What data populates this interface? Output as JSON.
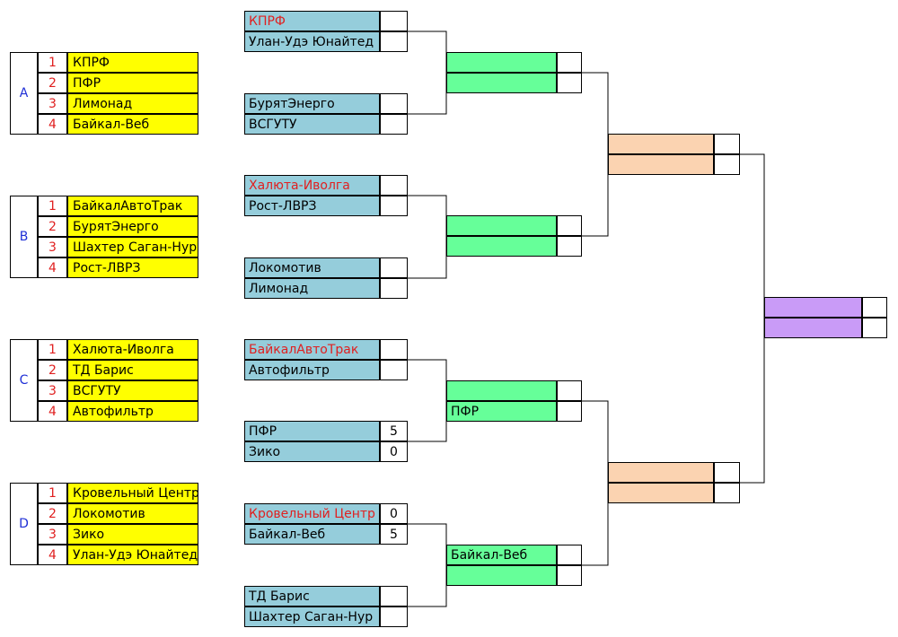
{
  "groups": [
    {
      "letter": "A",
      "teams": [
        {
          "n": "1",
          "name": "КПРФ"
        },
        {
          "n": "2",
          "name": "ПФР"
        },
        {
          "n": "3",
          "name": "Лимонад"
        },
        {
          "n": "4",
          "name": "Байкал-Веб"
        }
      ]
    },
    {
      "letter": "B",
      "teams": [
        {
          "n": "1",
          "name": "БайкалАвтоТрак"
        },
        {
          "n": "2",
          "name": "БурятЭнерго"
        },
        {
          "n": "3",
          "name": "Шахтер Саган-Нур"
        },
        {
          "n": "4",
          "name": "Рост-ЛВРЗ"
        }
      ]
    },
    {
      "letter": "C",
      "teams": [
        {
          "n": "1",
          "name": "Халюта-Иволга"
        },
        {
          "n": "2",
          "name": "ТД Барис"
        },
        {
          "n": "3",
          "name": "ВСГУТУ"
        },
        {
          "n": "4",
          "name": "Автофильтр"
        }
      ]
    },
    {
      "letter": "D",
      "teams": [
        {
          "n": "1",
          "name": "Кровельный Центр"
        },
        {
          "n": "2",
          "name": "Локомотив"
        },
        {
          "n": "3",
          "name": "Зико"
        },
        {
          "n": "4",
          "name": "Улан-Удэ Юнайтед"
        }
      ]
    }
  ],
  "round1": [
    {
      "top": {
        "name": "КПРФ",
        "score": "",
        "red": true
      },
      "bottom": {
        "name": "Улан-Удэ Юнайтед",
        "score": ""
      }
    },
    {
      "top": {
        "name": "БурятЭнерго",
        "score": ""
      },
      "bottom": {
        "name": "ВСГУТУ",
        "score": ""
      }
    },
    {
      "top": {
        "name": "Халюта-Иволга",
        "score": "",
        "red": true
      },
      "bottom": {
        "name": "Рост-ЛВРЗ",
        "score": ""
      }
    },
    {
      "top": {
        "name": "Локомотив",
        "score": ""
      },
      "bottom": {
        "name": "Лимонад",
        "score": ""
      }
    },
    {
      "top": {
        "name": "БайкалАвтоТрак",
        "score": "",
        "red": true
      },
      "bottom": {
        "name": "Автофильтр",
        "score": ""
      }
    },
    {
      "top": {
        "name": "ПФР",
        "score": "5"
      },
      "bottom": {
        "name": "Зико",
        "score": "0"
      }
    },
    {
      "top": {
        "name": "Кровельный Центр",
        "score": "0",
        "red": true
      },
      "bottom": {
        "name": "Байкал-Веб",
        "score": "5"
      }
    },
    {
      "top": {
        "name": "ТД Барис",
        "score": ""
      },
      "bottom": {
        "name": "Шахтер Саган-Нур",
        "score": ""
      }
    }
  ],
  "quarterfinals": [
    {
      "top": {
        "name": "",
        "score": ""
      },
      "bottom": {
        "name": "",
        "score": ""
      }
    },
    {
      "top": {
        "name": "",
        "score": ""
      },
      "bottom": {
        "name": "",
        "score": ""
      }
    },
    {
      "top": {
        "name": "",
        "score": ""
      },
      "bottom": {
        "name": "ПФР",
        "score": ""
      }
    },
    {
      "top": {
        "name": "Байкал-Веб",
        "score": ""
      },
      "bottom": {
        "name": "",
        "score": ""
      }
    }
  ],
  "semifinals": [
    {
      "top": {
        "name": "",
        "score": ""
      },
      "bottom": {
        "name": "",
        "score": ""
      }
    },
    {
      "top": {
        "name": "",
        "score": ""
      },
      "bottom": {
        "name": "",
        "score": ""
      }
    }
  ],
  "final": [
    {
      "top": {
        "name": "",
        "score": ""
      },
      "bottom": {
        "name": "",
        "score": ""
      }
    }
  ],
  "colors": {
    "group_fill": "#ffff00",
    "round1_fill": "#95cddb",
    "quarterfinal_fill": "#66ff99",
    "semifinal_fill": "#fbd3b1",
    "final_fill": "#c99bf7",
    "letter_color": "#1f2fd6",
    "highlight_red": "#e02020"
  }
}
